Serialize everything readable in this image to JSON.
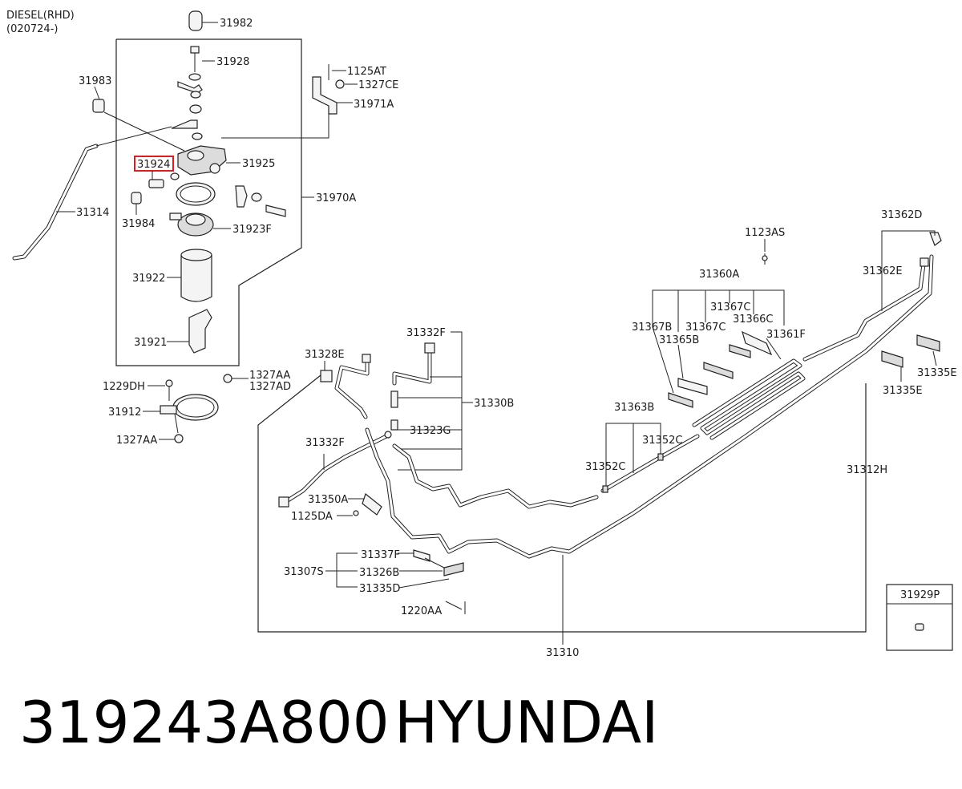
{
  "header": {
    "line1": "DIESEL(RHD)",
    "line2": "(020724-)"
  },
  "footer": {
    "part_number": "319243A800",
    "brand": "HYUNDAI"
  },
  "highlight_color": "#d81e1e",
  "highlighted_part": "31924",
  "labels": {
    "l31982": "31982",
    "l31928": "31928",
    "l31983": "31983",
    "l1125AT": "1125AT",
    "l1327CE": "1327CE",
    "l31971A": "31971A",
    "l31924": "31924",
    "l31925": "31925",
    "l31970A": "31970A",
    "l31314": "31314",
    "l31984": "31984",
    "l31923F": "31923F",
    "l31922": "31922",
    "l31921": "31921",
    "l1229DH": "1229DH",
    "l1327AA_a": "1327AA",
    "l1327AD": "1327AD",
    "l31912": "31912",
    "l1327AA_b": "1327AA",
    "l31328E": "31328E",
    "l31332F_a": "31332F",
    "l31330B": "31330B",
    "l31323G": "31323G",
    "l31332F_b": "31332F",
    "l31350A": "31350A",
    "l1125DA": "1125DA",
    "l31337F": "31337F",
    "l31307S": "31307S",
    "l31326B": "31326B",
    "l31335D": "31335D",
    "l1220AA": "1220AA",
    "l31310": "31310",
    "l31363B": "31363B",
    "l31352C_a": "31352C",
    "l31352C_b": "31352C",
    "l31360A": "31360A",
    "l1123AS": "1123AS",
    "l31367B": "31367B",
    "l31367C_a": "31367C",
    "l31367C_b": "31367C",
    "l31366C": "31366C",
    "l31365B": "31365B",
    "l31361F": "31361F",
    "l31362D": "31362D",
    "l31362E": "31362E",
    "l31335E_a": "31335E",
    "l31335E_b": "31335E",
    "l31312H": "31312H",
    "l31929P": "31929P"
  }
}
